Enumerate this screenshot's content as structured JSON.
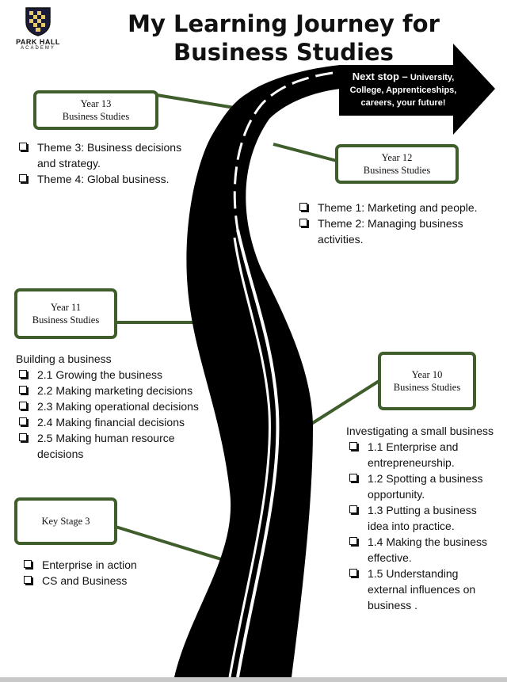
{
  "school": {
    "name": "PARK HALL",
    "subtitle": "ACADEMY"
  },
  "title": "My Learning Journey for Business Studies",
  "colors": {
    "box_border": "#3f5e2b",
    "road": "#000000",
    "road_markings": "#ffffff"
  },
  "next_stop": {
    "lead": "Next stop –",
    "text": "University, College, Apprenticeships, careers, your future!"
  },
  "year13": {
    "box": {
      "line1": "Year 13",
      "line2": "Business Studies"
    },
    "items": [
      "Theme 3: Business decisions and strategy.",
      "Theme 4: Global business."
    ]
  },
  "year12": {
    "box": {
      "line1": "Year 12",
      "line2": "Business Studies"
    },
    "items": [
      "Theme 1: Marketing and people.",
      "Theme 2: Managing business activities."
    ]
  },
  "year11": {
    "box": {
      "line1": "Year 11",
      "line2": "Business Studies"
    },
    "heading": "Building a business",
    "items": [
      "2.1 Growing the business",
      "2.2 Making marketing decisions",
      "2.3 Making operational decisions",
      "2.4 Making financial decisions",
      "2.5 Making human resource decisions"
    ]
  },
  "year10": {
    "box": {
      "line1": "Year 10",
      "line2": "Business Studies"
    },
    "heading": "Investigating a small business",
    "items": [
      "1.1 Enterprise and entrepreneurship.",
      "1.2 Spotting a business opportunity.",
      "1.3 Putting a business idea into practice.",
      "1.4 Making the business effective.",
      "1.5 Understanding external influences on business ."
    ]
  },
  "ks3": {
    "box": {
      "line1": "Key Stage 3"
    },
    "items": [
      "Enterprise in action",
      "CS and Business"
    ]
  }
}
